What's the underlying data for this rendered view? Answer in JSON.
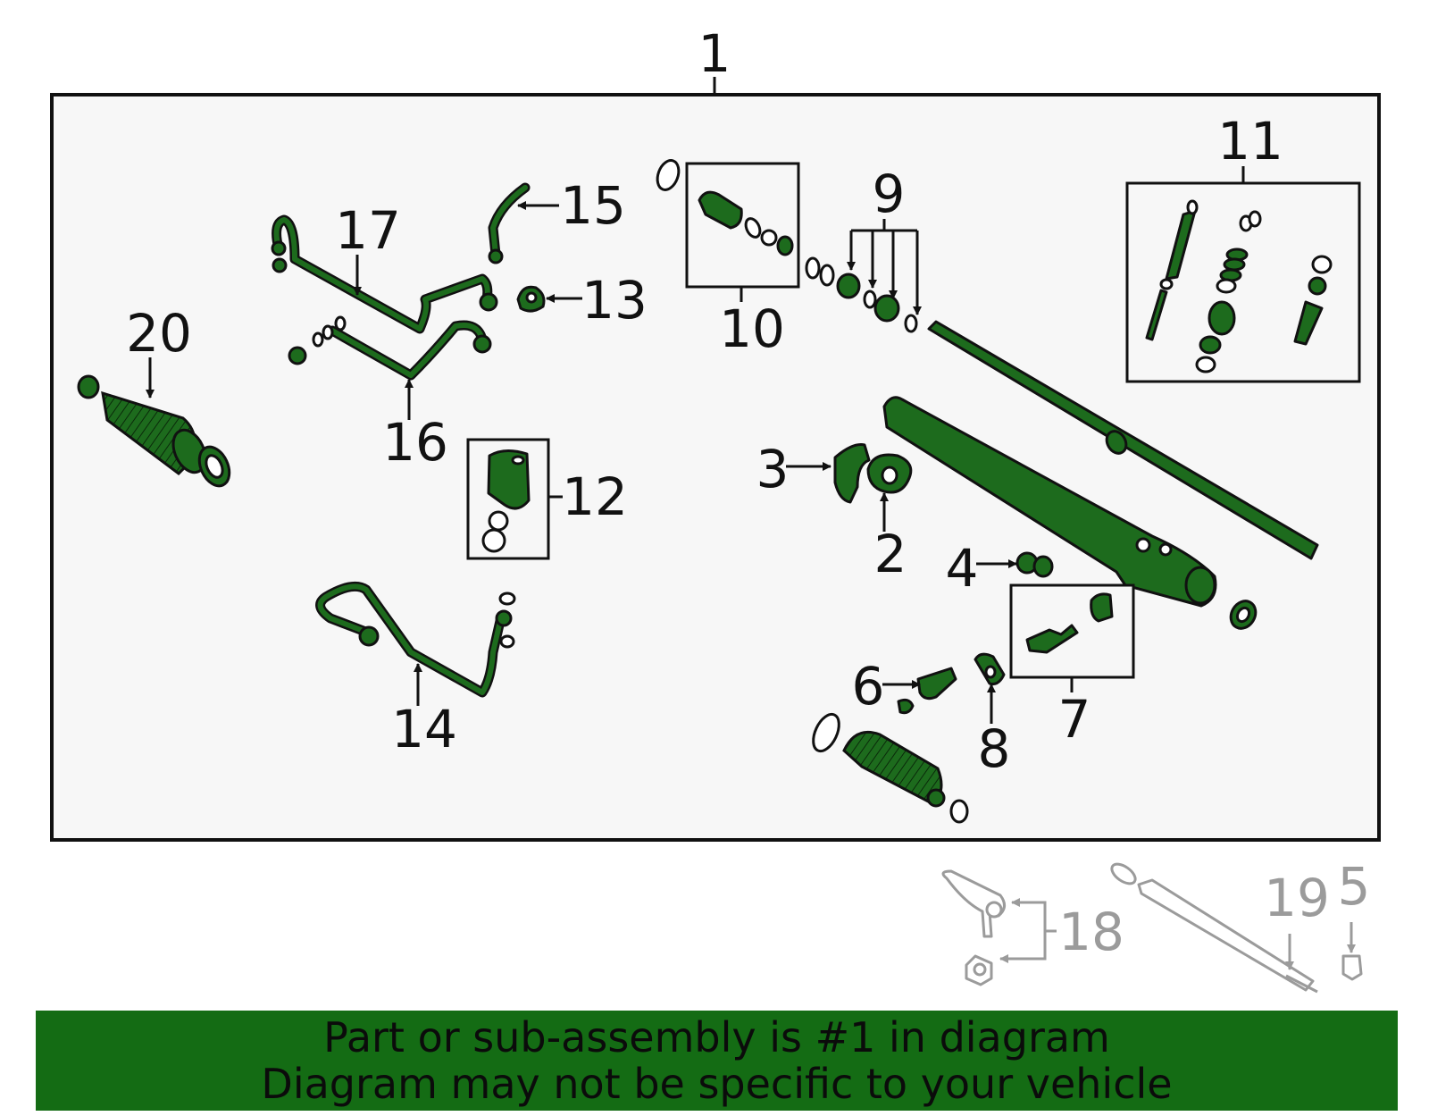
{
  "diagram": {
    "callouts": [
      "1",
      "2",
      "3",
      "4",
      "5",
      "6",
      "7",
      "8",
      "9",
      "10",
      "11",
      "12",
      "13",
      "14",
      "15",
      "16",
      "17",
      "18",
      "19",
      "20"
    ],
    "colors": {
      "part_fill": "#1d6b1d",
      "highlight_banner": "#146c14",
      "frame_bg": "#f7f7f7",
      "not_included": "#9b9b9b"
    }
  },
  "banner": {
    "line1": "Part or sub-assembly is #1 in diagram",
    "line2": "Diagram may not be specific to your vehicle"
  }
}
